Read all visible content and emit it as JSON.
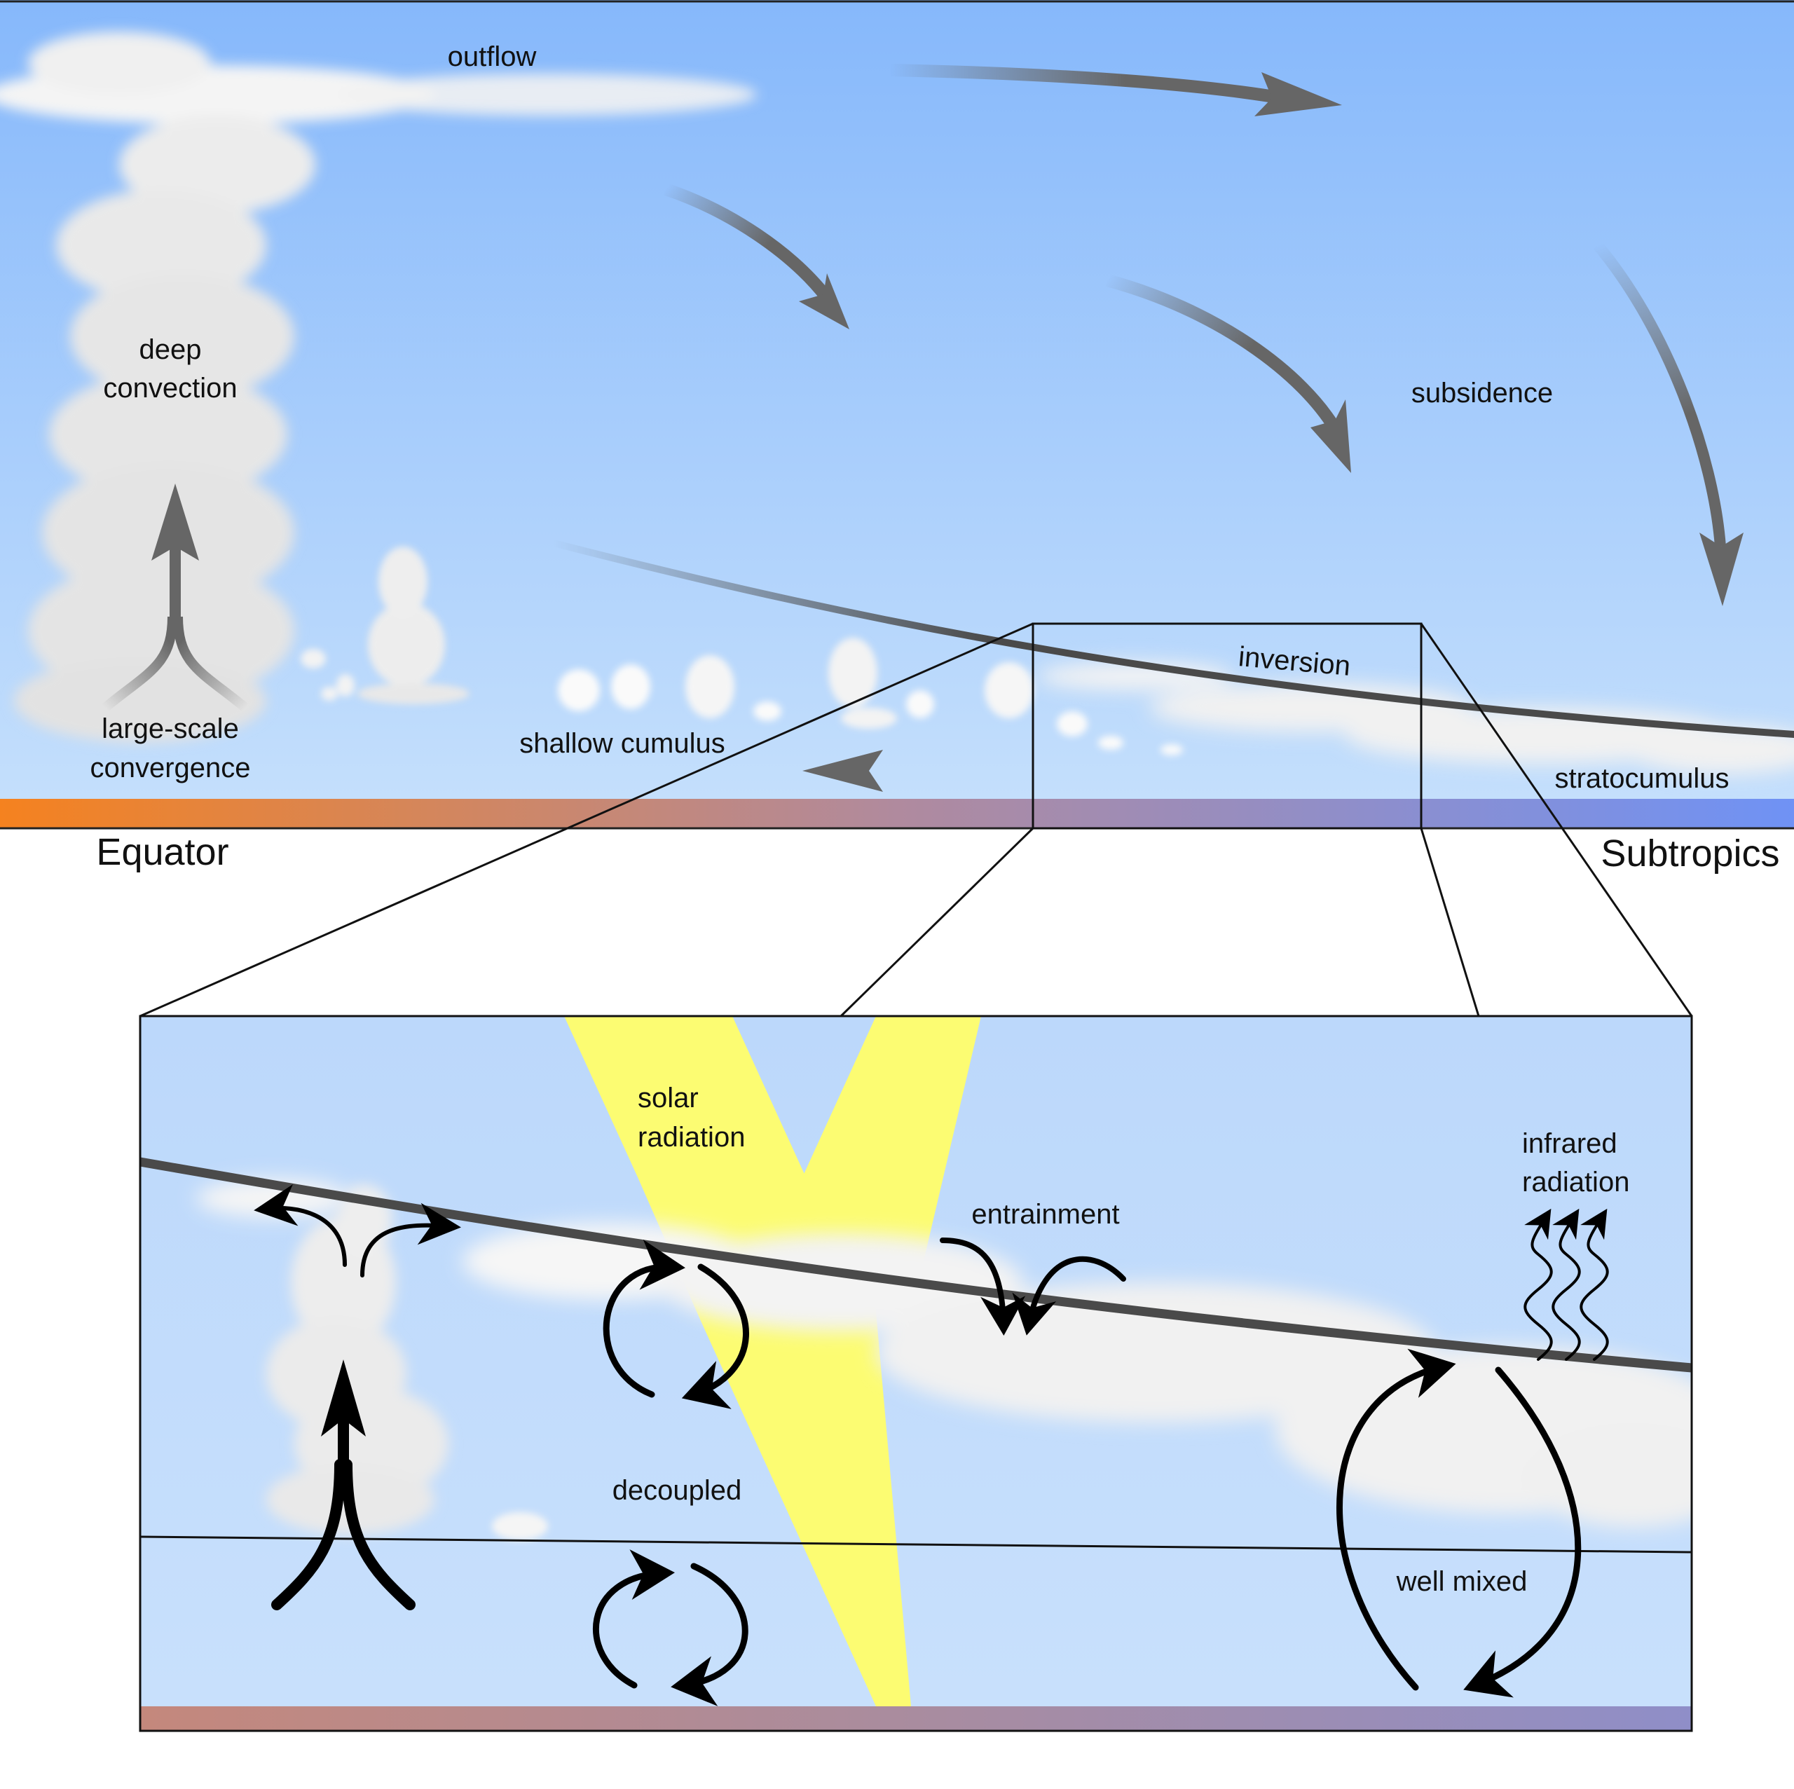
{
  "labels": {
    "outflow": "outflow",
    "deep_convection_line1": "deep",
    "deep_convection_line2": "convection",
    "large_scale_line1": "large-scale",
    "large_scale_line2": "convergence",
    "subsidence": "subsidence",
    "inversion": "inversion",
    "shallow_cumulus": "shallow cumulus",
    "stratocumulus": "stratocumulus",
    "equator": "Equator",
    "subtropics": "Subtropics",
    "solar_line1": "solar",
    "solar_line2": "radiation",
    "entrainment": "entrainment",
    "infrared_line1": "infrared",
    "infrared_line2": "radiation",
    "decoupled": "decoupled",
    "well_mixed": "well mixed"
  },
  "colors": {
    "sky_top": "#86b8fb",
    "sky_bottom": "#c2defc",
    "inset_sky": "#c2dcfb",
    "sea_warm": "#f5821f",
    "sea_mid": "#ae8a9c",
    "sea_cool": "#6f92f5",
    "solar_beam": "#fcfc72",
    "arrow_gray": "#666666",
    "cloud": "#ffffff",
    "ink": "#000000"
  }
}
